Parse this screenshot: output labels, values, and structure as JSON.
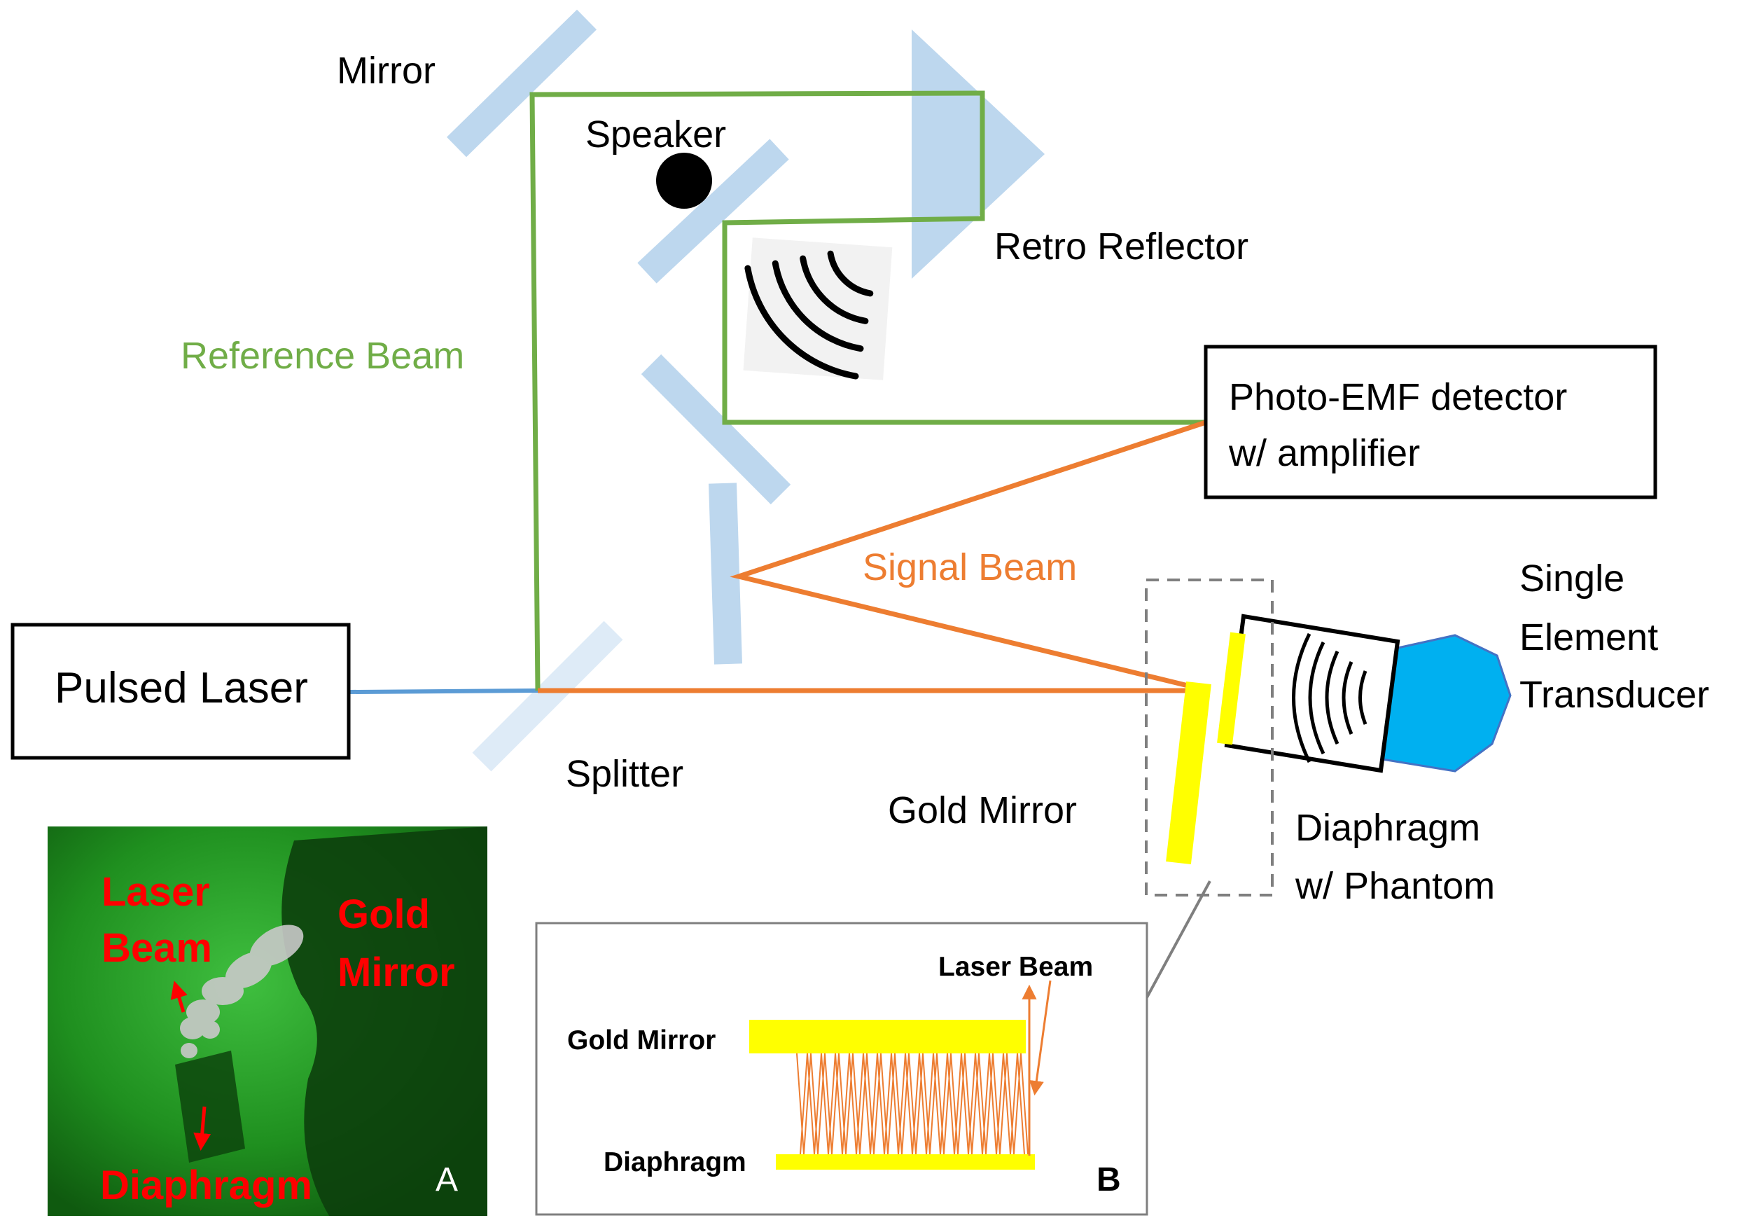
{
  "colors": {
    "reference_beam": "#70ad47",
    "signal_beam": "#ed7d31",
    "laser_input": "#5b9bd5",
    "optic": "#bdd7ee",
    "splitter": "#deebf7",
    "gold": "#ffff00",
    "transducer": "#00b0f0",
    "photo_bg": "#1e7a1e",
    "photo_text": "#ff0000",
    "dashed_box": "#7f7f7f"
  },
  "labels": {
    "mirror": "Mirror",
    "speaker": "Speaker",
    "retro_reflector": "Retro Reflector",
    "reference_beam": "Reference Beam",
    "detector_line1": "Photo-EMF detector",
    "detector_line2": "w/ amplifier",
    "signal_beam": "Signal Beam",
    "transducer_line1": "Single",
    "transducer_line2": "Element",
    "transducer_line3": "Transducer",
    "pulsed_laser": "Pulsed Laser",
    "splitter": "Splitter",
    "gold_mirror": "Gold Mirror",
    "diaphragm_line1": "Diaphragm",
    "diaphragm_line2": "w/ Phantom"
  },
  "inset_a": {
    "letter": "A",
    "laser_line1": "Laser",
    "laser_line2": "Beam",
    "gold_line1": "Gold",
    "gold_line2": "Mirror",
    "diaphragm": "Diaphragm"
  },
  "inset_b": {
    "letter": "B",
    "laser_beam": "Laser Beam",
    "gold_mirror": "Gold Mirror",
    "diaphragm": "Diaphragm"
  }
}
